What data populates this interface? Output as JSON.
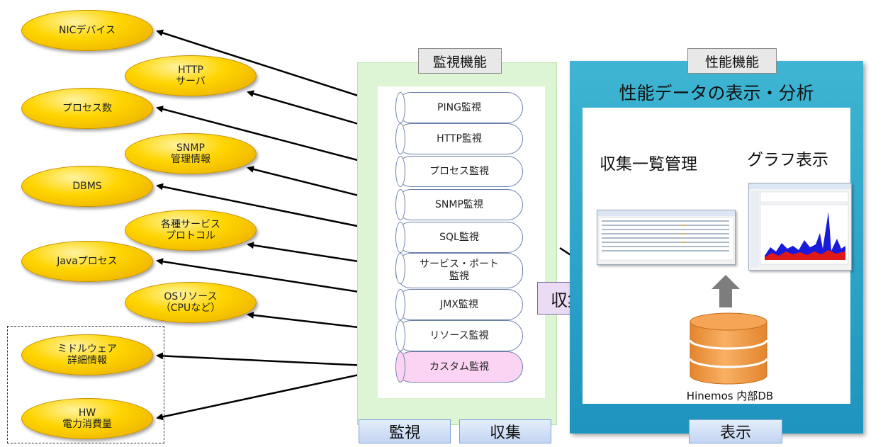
{
  "targets": [
    {
      "label": "NICデバイス"
    },
    {
      "label": "HTTP\nサーバ"
    },
    {
      "label": "プロセス数"
    },
    {
      "label": "SNMP\n管理情報"
    },
    {
      "label": "DBMS"
    },
    {
      "label": "各種サービス\nプロトコル"
    },
    {
      "label": "Javaプロセス"
    },
    {
      "label": "OSリソース\n（CPUなど）"
    },
    {
      "label": "ミドルウェア\n詳細情報"
    },
    {
      "label": "HW\n電力消費量"
    }
  ],
  "monitor": {
    "title": "監視機能",
    "items": [
      {
        "label": "PING監視"
      },
      {
        "label": "HTTP監視"
      },
      {
        "label": "プロセス監視"
      },
      {
        "label": "SNMP監視"
      },
      {
        "label": "SQL監視"
      },
      {
        "label": "サービス・ポート\n監視"
      },
      {
        "label": "JMX監視"
      },
      {
        "label": "リソース監視"
      },
      {
        "label": "カスタム監視"
      }
    ],
    "button_monitor": "監視",
    "button_collect": "収集"
  },
  "collect_label": "収集",
  "performance": {
    "title": "性能機能",
    "heading": "性能データの表示・分析",
    "list_label": "収集一覧管理",
    "graph_label": "グラフ表示",
    "db_label": "Hinemos 内部DB",
    "button_display": "表示"
  },
  "colors": {
    "ellipse": "#ffd500",
    "monitor_panel": "#ddf5d4",
    "performance_panel": "#2aa3c8",
    "custom_item": "#fbd4f4",
    "db_cylinder": "#f5a04a",
    "graph_blue": "#1a1adb",
    "graph_red": "#e01818"
  }
}
